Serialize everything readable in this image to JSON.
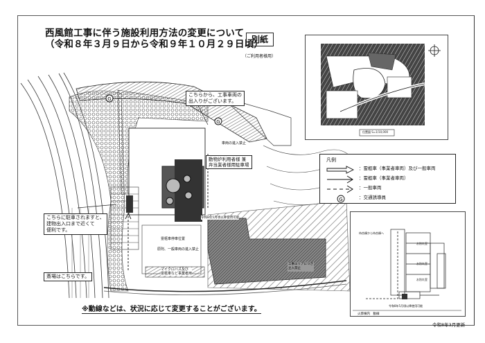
{
  "document": {
    "title_line1": "西風館工事に伴う施設利用方法の変更について",
    "title_line2": "（令和８年３月９日から令和９年１０月２９日頃）",
    "annex_label": "別紙",
    "audience_label": "（ご利用者様用）",
    "footnote": "※動線などは、状況に応じて変更することがございます。",
    "updated_label": "令和8年3月更新"
  },
  "callouts": {
    "construction_entrance": [
      "こちらから、工事車両の",
      "出入りがございます。"
    ],
    "no_entry_road": "車両の進入禁止",
    "crematory_parking": [
      "動物炉利用者様 兼",
      "弁当業者様用駐車場"
    ],
    "parking_convenient": [
      "こちらに駐車されますと、",
      "建物出入口まで近くて",
      "便利です。"
    ],
    "funeral_hall": "斎場はこちらです。",
    "available_from": "令和8年5月頃以降使用可能",
    "hearse_stop": "霊柩車停車位置",
    "no_general_vehicles": "原則、一般車両の進入禁止",
    "microbus": [
      "マイクロバス及び",
      "霊柩車など事業者用"
    ],
    "construction_area": [
      "工事エリアにつき",
      "立入禁止"
    ]
  },
  "legend": {
    "title": "凡例",
    "items": [
      {
        "symbol": "double-arrow",
        "label": "：霊柩車（事業者車両）及び一般車両"
      },
      {
        "symbol": "solid-arrow",
        "label": "：霊柩車（事業者車両）"
      },
      {
        "symbol": "dashed-arrow",
        "label": "：一般車両"
      },
      {
        "symbol": "circle-g",
        "label": "：交通誘導員",
        "glyph": "G"
      }
    ]
  },
  "inset_map": {
    "caption": "位置図 S=1/10,000",
    "north_arrow": "north-arrow"
  },
  "inset_floor": {
    "footer_label": "火葬棟内　動線",
    "small_notes": [
      "待合棟から待合棟へ",
      "お別れ室",
      "お別れ室",
      "お別れ室",
      "令和8年5月頃以降使用可能"
    ]
  },
  "colors": {
    "ink": "#111111",
    "paper": "#ffffff",
    "hatch_dark": "#555555",
    "hatch_light": "#9a9a9a"
  }
}
